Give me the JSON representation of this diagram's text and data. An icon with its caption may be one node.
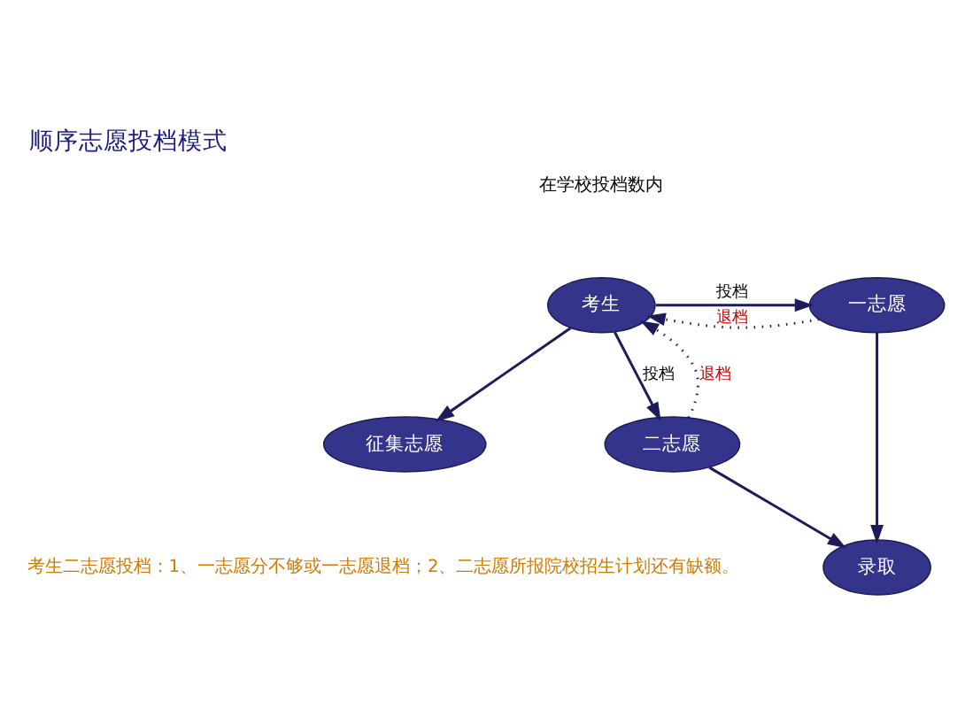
{
  "diagram": {
    "title": "顺序志愿投档模式",
    "nodes": [
      {
        "text": [
          "考生"
        ]
      },
      {
        "text": [
          "一志愿"
        ]
      },
      {
        "text": [
          "二志愿"
        ]
      },
      {
        "text": [
          "录取"
        ]
      },
      {
        "text": [
          "征集志愿"
        ]
      }
    ],
    "edges": [
      {
        "from": 0,
        "to": 1,
        "arrow": "to",
        "label": "投档"
      },
      {
        "from": 1,
        "to": 0,
        "arrow": "to",
        "label": "退档",
        "style": "dashed"
      },
      {
        "from": 0,
        "to": 2,
        "arrow": "to",
        "label": "投档"
      },
      {
        "from": 2,
        "to": 0,
        "arrow": "to",
        "label": "退档",
        "style": "dashed"
      },
      {
        "from": 1,
        "to": 3,
        "arrow": "to"
      },
      {
        "from": 2,
        "to": 3,
        "arrow": "to"
      },
      {
        "from": 0,
        "to": 4,
        "arrow": "to"
      }
    ],
    "labels": [
      "在学校投档数内",
      "考生二志愿投档：1、一志愿分不够或一志愿退档；2、二志愿所报院校招生计划还有缺额。"
    ]
  }
}
